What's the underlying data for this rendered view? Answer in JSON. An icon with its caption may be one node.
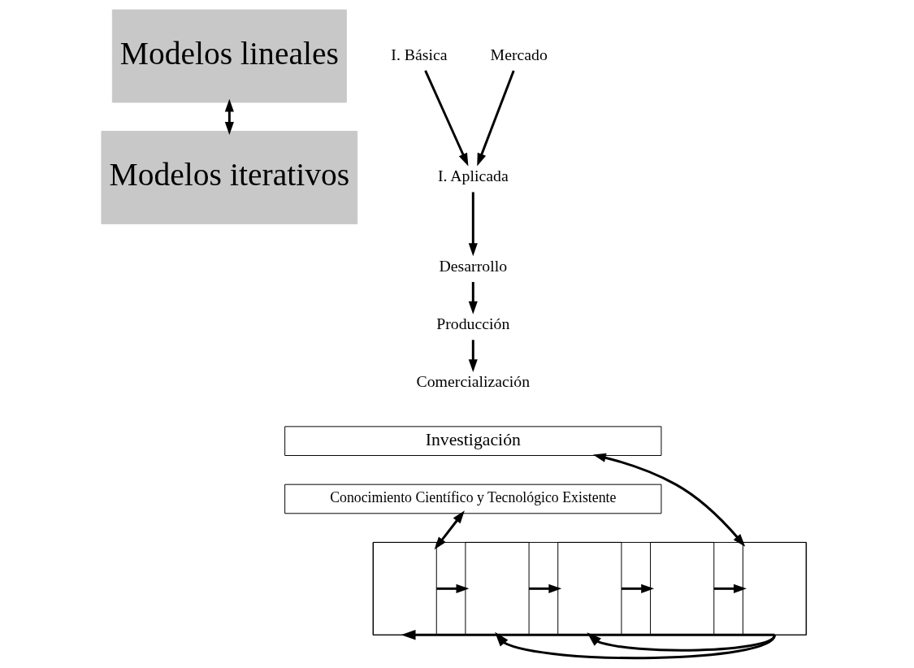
{
  "diagram": {
    "nodes": [
      {
        "text": [
          "Modelos lineales"
        ]
      },
      {
        "text": [
          "Modelos iterativos"
        ]
      },
      {
        "text": [
          "I. Básica"
        ]
      },
      {
        "text": [
          "I. Aplicada"
        ]
      },
      {
        "text": [
          "Mercado"
        ]
      },
      {
        "text": [
          "Desarrollo"
        ]
      },
      {
        "text": [
          "Producción"
        ]
      },
      {
        "text": [
          "Comercialización"
        ]
      },
      {
        "text": [
          "Investigación"
        ]
      },
      {
        "text": [
          "Conocimiento Científico y Tecnológico Existente"
        ]
      },
      {
        "text": [],
        "shape": "box"
      },
      {
        "text": [],
        "shape": "box",
        "in": 10
      },
      {
        "text": [],
        "shape": "box",
        "in": 10
      },
      {
        "text": [],
        "shape": "box",
        "in": 10
      },
      {
        "text": [],
        "shape": "box",
        "in": 10
      },
      {
        "text": [],
        "shape": "box",
        "in": 10
      }
    ],
    "edges": [
      {
        "from": 0,
        "to": 1,
        "arrow": "both"
      },
      {
        "from": 2,
        "to": 3,
        "arrow": "to"
      },
      {
        "from": 4,
        "to": 3,
        "arrow": "to"
      },
      {
        "from": 3,
        "to": 5,
        "arrow": "to"
      },
      {
        "from": 5,
        "to": 6,
        "arrow": "to"
      },
      {
        "from": 6,
        "to": 7,
        "arrow": "to"
      },
      {
        "from": 9,
        "to": 11,
        "arrow": "both"
      },
      {
        "from": 8,
        "to": 15,
        "arrow": "both"
      },
      {
        "from": 11,
        "to": 12,
        "arrow": "to"
      },
      {
        "from": 12,
        "to": 13,
        "arrow": "to"
      },
      {
        "from": 13,
        "to": 14,
        "arrow": "to"
      },
      {
        "from": 14,
        "to": 15,
        "arrow": "to"
      },
      {
        "from": 15,
        "to": 13,
        "arrow": "to"
      },
      {
        "from": 15,
        "to": 12,
        "arrow": "to"
      },
      {
        "from": 15,
        "to": 11,
        "arrow": "to"
      }
    ]
  }
}
